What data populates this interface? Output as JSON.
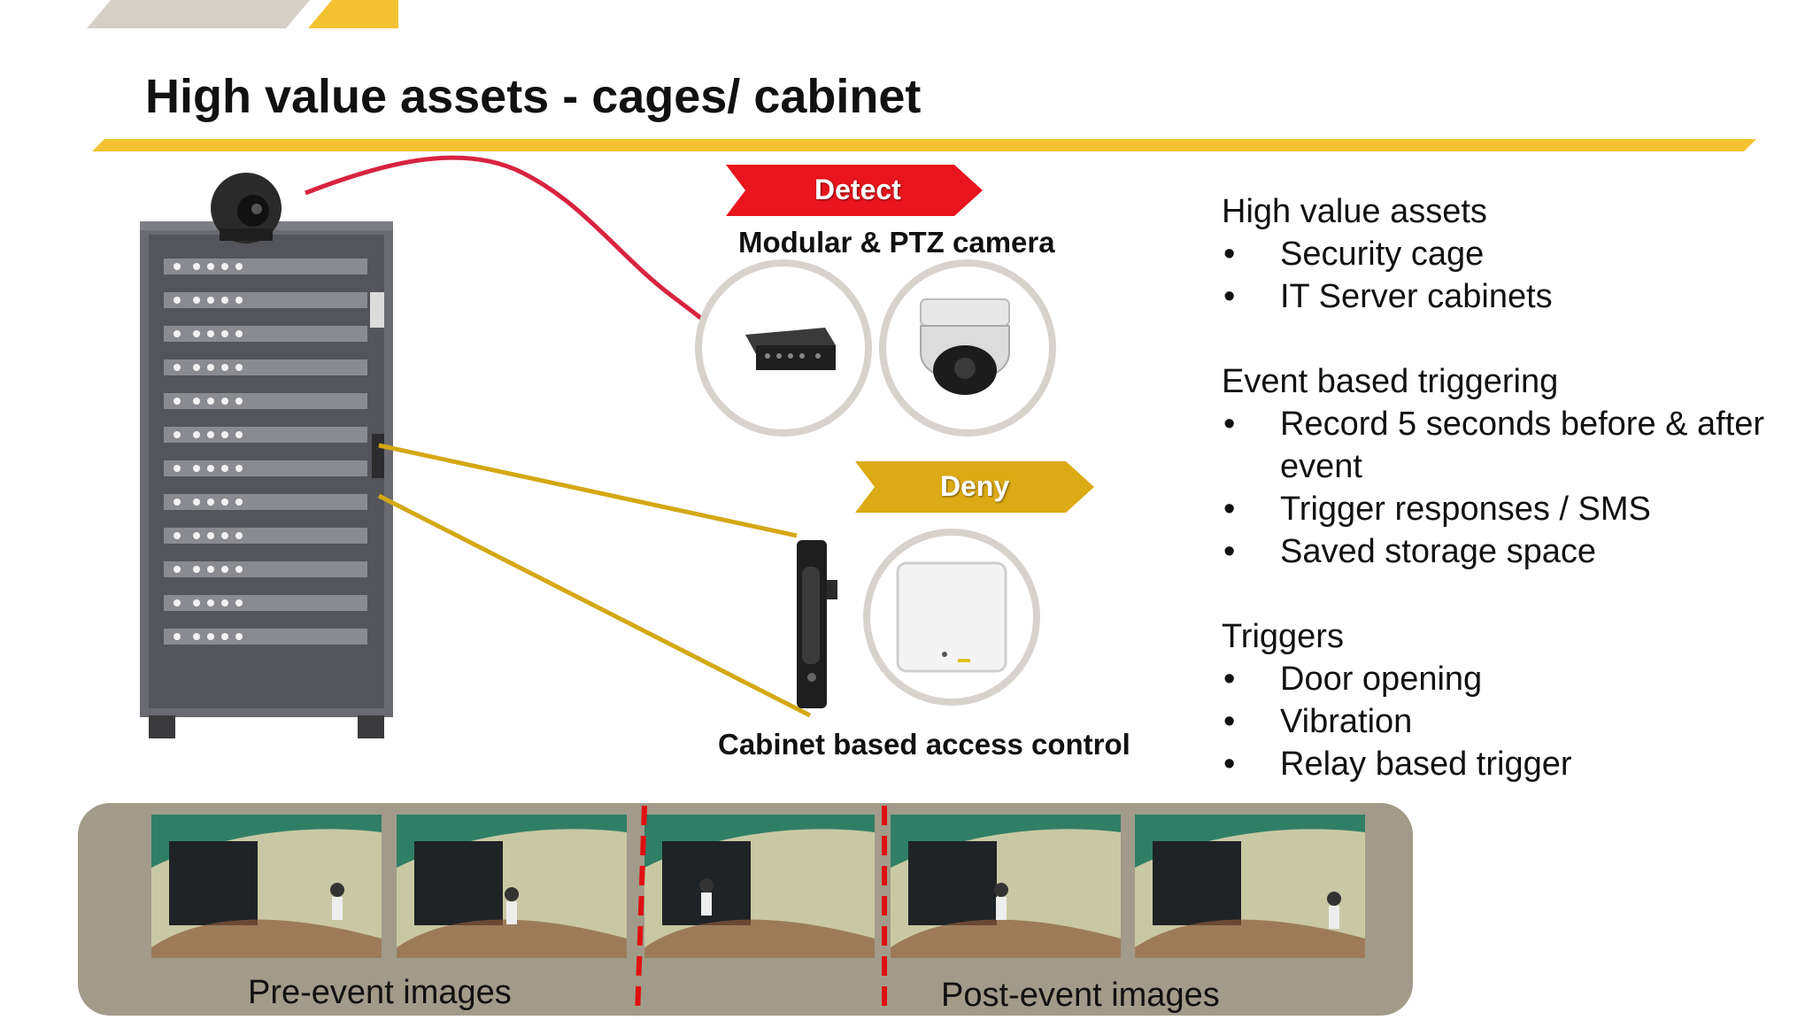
{
  "slide": {
    "title": "High value assets - cages/ cabinet"
  },
  "diagram": {
    "detect_label": "Detect",
    "deny_label": "Deny",
    "camera_caption": "Modular & PTZ  camera",
    "access_caption": "Cabinet based access control"
  },
  "info": {
    "groups": [
      {
        "heading": "High value assets",
        "items": [
          "Security cage",
          "IT Server cabinets"
        ]
      },
      {
        "heading": "Event based triggering",
        "items": [
          "Record 5 seconds before & after event",
          "Trigger responses / SMS",
          "Saved storage space"
        ]
      },
      {
        "heading": "Triggers",
        "items": [
          "Door opening",
          "Vibration",
          "Relay based trigger"
        ]
      }
    ]
  },
  "timeline": {
    "pre_label": "Pre-event images",
    "post_label": "Post-event images"
  },
  "colors": {
    "accent_yellow": "#f2c230",
    "detect_red": "#e8141e",
    "deny_gold": "#dcaa14",
    "cable_red": "#d8233f",
    "cable_gold": "#d4a814",
    "strip_bg": "#a29b8a"
  }
}
